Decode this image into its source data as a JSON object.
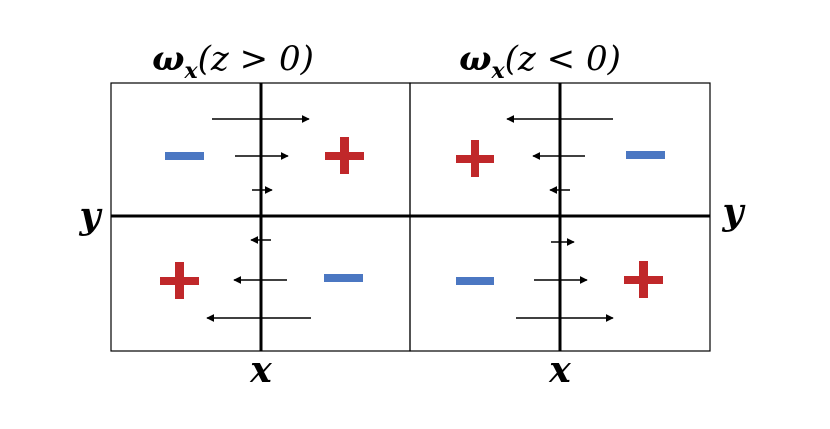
{
  "panels": [
    {
      "title": "ωx(z > 0)",
      "title_parts": {
        "omega": "ω",
        "sub": "x",
        "rest": "(z > 0)"
      },
      "signs_top": [
        "−",
        "+"
      ],
      "signs_bottom": [
        "+",
        "−"
      ],
      "arrows_top": [
        "right",
        "right",
        "right"
      ],
      "arrows_bottom": [
        "left",
        "left",
        "left"
      ]
    },
    {
      "title": "ωx(z < 0)",
      "title_parts": {
        "omega": "ω",
        "sub": "x",
        "rest": "(z < 0)"
      },
      "signs_top": [
        "+",
        "−"
      ],
      "signs_bottom": [
        "−",
        "+"
      ],
      "arrows_top": [
        "left",
        "left",
        "left"
      ],
      "arrows_bottom": [
        "right",
        "right",
        "right"
      ]
    }
  ],
  "axes": {
    "y_label_left": "y",
    "y_label_right": "y",
    "x_label_left": "x",
    "x_label_right": "x"
  },
  "colors": {
    "plus": "#c0282a",
    "minus": "#4b77c2",
    "line": "#000000"
  }
}
